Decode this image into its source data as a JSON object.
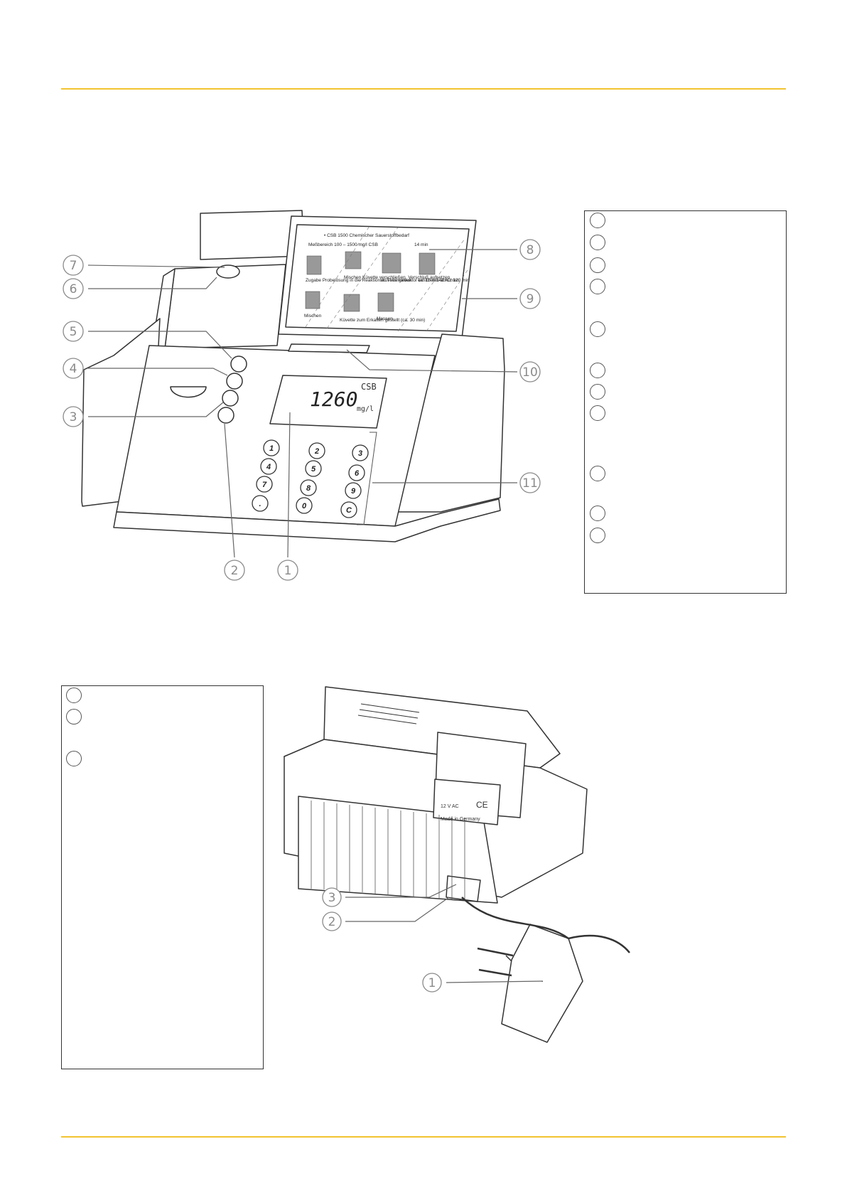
{
  "colors": {
    "rule": "#f2c430",
    "callout": "#8a8a8a",
    "outline": "#333333"
  },
  "photometer": {
    "screen": {
      "mode": "CSB",
      "value": "1260",
      "unit": "mg/l"
    },
    "sheet": {
      "title": "• CSB 1500 Chemischer Sauerstoffbedarf",
      "range": "Meßbereich 100 – 1500 mg/l CSB",
      "time": "14 min",
      "steps": [
        "Zugabe Probelösung in die Reaktionsküvette geben",
        "Mischen Küvette verschließen, Verschluß aufsetzen",
        "im Thermoreaktor erhitzen 148 °C, 120 min",
        "ca. 10 min abkühlen",
        "Mischen",
        "Küvette zum Erkalten gestellt (ca. 30 min)",
        "Messen"
      ]
    },
    "keys": [
      "1",
      "2",
      "3",
      "4",
      "5",
      "6",
      "7",
      "8",
      "9",
      ".",
      "0",
      "C"
    ],
    "callouts": [
      "1",
      "2",
      "3",
      "4",
      "5",
      "6",
      "7",
      "8",
      "9",
      "10",
      "11"
    ]
  },
  "rear": {
    "label": {
      "ce": "CE",
      "voltage": "12 V AC",
      "made_in": "Made in Germany"
    },
    "callouts": [
      "1",
      "2",
      "3"
    ]
  }
}
